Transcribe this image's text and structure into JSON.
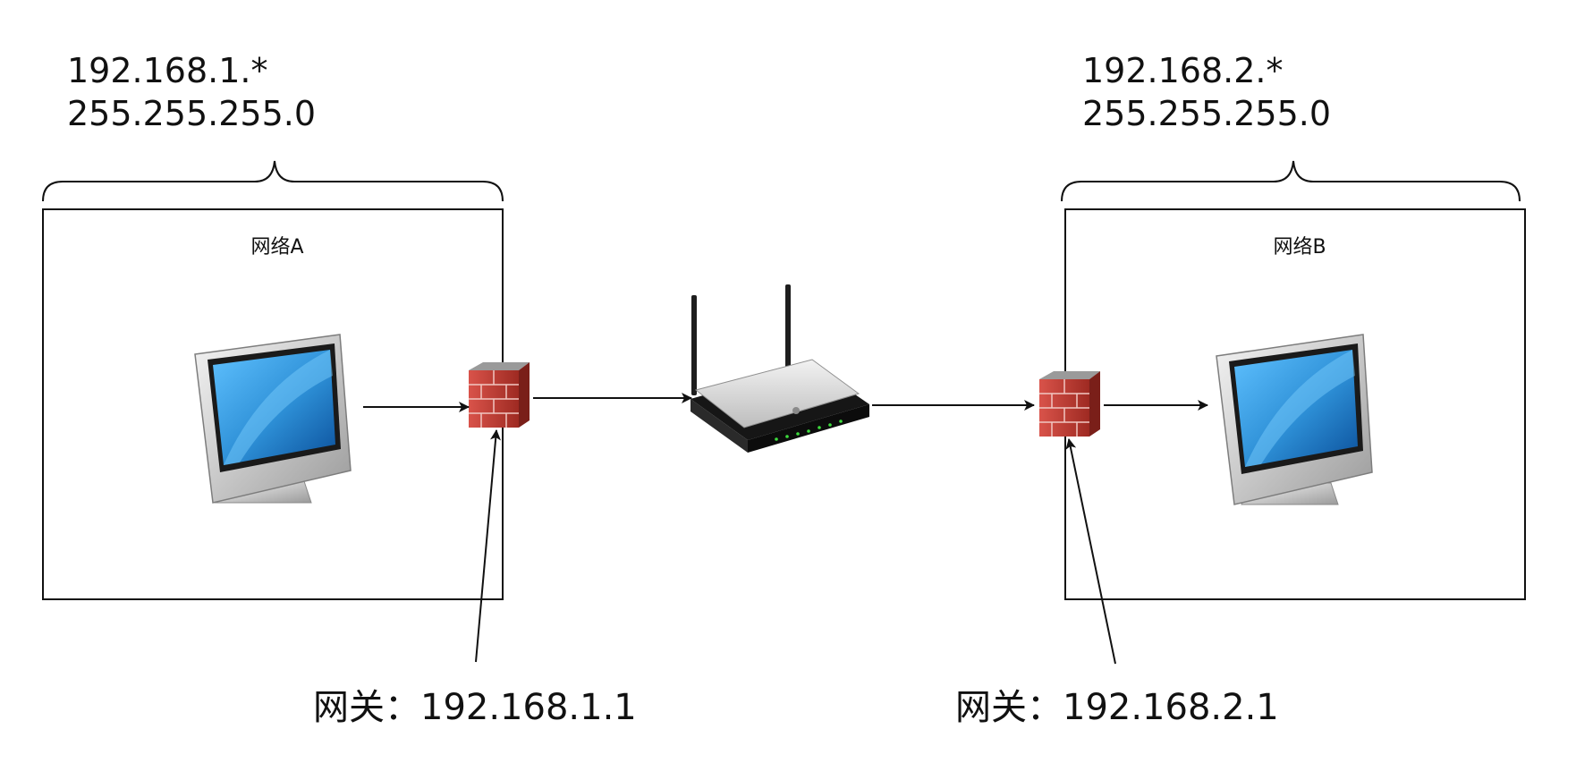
{
  "network_a": {
    "subnet": "192.168.1.*",
    "mask": "255.255.255.0",
    "title": "网络A",
    "gateway_label": "网关：192.168.1.1"
  },
  "network_b": {
    "subnet": "192.168.2.*",
    "mask": "255.255.255.0",
    "title": "网络B",
    "gateway_label": "网关：192.168.2.1"
  },
  "icons": {
    "computer": "computer-monitor-icon",
    "firewall": "brick-firewall-icon",
    "router": "wireless-router-icon"
  },
  "colors": {
    "line": "#111111",
    "brick": "#c0392b",
    "screen": "#2d8fd6",
    "router_led": "#3ddc3d"
  }
}
